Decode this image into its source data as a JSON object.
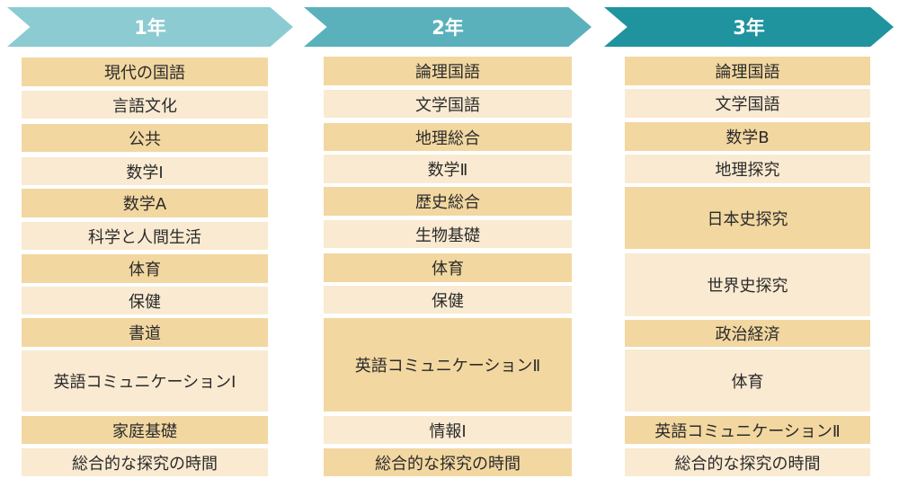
{
  "colors": {
    "year1_header": "#8ccbd2",
    "year2_header": "#5ab1bc",
    "year3_header": "#1f939e",
    "cell_dark": "#f2d7a0",
    "cell_light": "#f9ead1",
    "text": "#2b2b2b"
  },
  "years": [
    {
      "label": "1年",
      "subjects": [
        {
          "label": "現代の国語",
          "tone": "dark"
        },
        {
          "label": "言語文化",
          "tone": "light"
        },
        {
          "label": "公共",
          "tone": "dark"
        },
        {
          "label": "数学Ⅰ",
          "tone": "light"
        },
        {
          "label": "数学A",
          "tone": "dark"
        },
        {
          "label": "科学と人間生活",
          "tone": "light"
        },
        {
          "label": "体育",
          "tone": "dark"
        },
        {
          "label": "保健",
          "tone": "light"
        },
        {
          "label": "書道",
          "tone": "dark"
        },
        {
          "label": "英語コミュニケーションⅠ",
          "tone": "light"
        },
        {
          "label": "家庭基礎",
          "tone": "dark"
        },
        {
          "label": "総合的な探究の時間",
          "tone": "light"
        }
      ]
    },
    {
      "label": "2年",
      "subjects": [
        {
          "label": "論理国語",
          "tone": "dark"
        },
        {
          "label": "文学国語",
          "tone": "light"
        },
        {
          "label": "地理総合",
          "tone": "dark"
        },
        {
          "label": "数学Ⅱ",
          "tone": "light"
        },
        {
          "label": "歴史総合",
          "tone": "dark"
        },
        {
          "label": "生物基礎",
          "tone": "light"
        },
        {
          "label": "体育",
          "tone": "dark"
        },
        {
          "label": "保健",
          "tone": "light"
        },
        {
          "label": "英語コミュニケーションⅡ",
          "tone": "dark"
        },
        {
          "label": "情報Ⅰ",
          "tone": "light"
        },
        {
          "label": "総合的な探究の時間",
          "tone": "dark"
        }
      ]
    },
    {
      "label": "3年",
      "subjects": [
        {
          "label": "論理国語",
          "tone": "dark"
        },
        {
          "label": "文学国語",
          "tone": "light"
        },
        {
          "label": "数学B",
          "tone": "dark"
        },
        {
          "label": "地理探究",
          "tone": "light"
        },
        {
          "label": "日本史探究",
          "tone": "dark"
        },
        {
          "label": "世界史探究",
          "tone": "light"
        },
        {
          "label": "政治経済",
          "tone": "dark"
        },
        {
          "label": "体育",
          "tone": "light"
        },
        {
          "label": "英語コミュニケーションⅡ",
          "tone": "dark"
        },
        {
          "label": "総合的な探究の時間",
          "tone": "light"
        }
      ]
    }
  ]
}
